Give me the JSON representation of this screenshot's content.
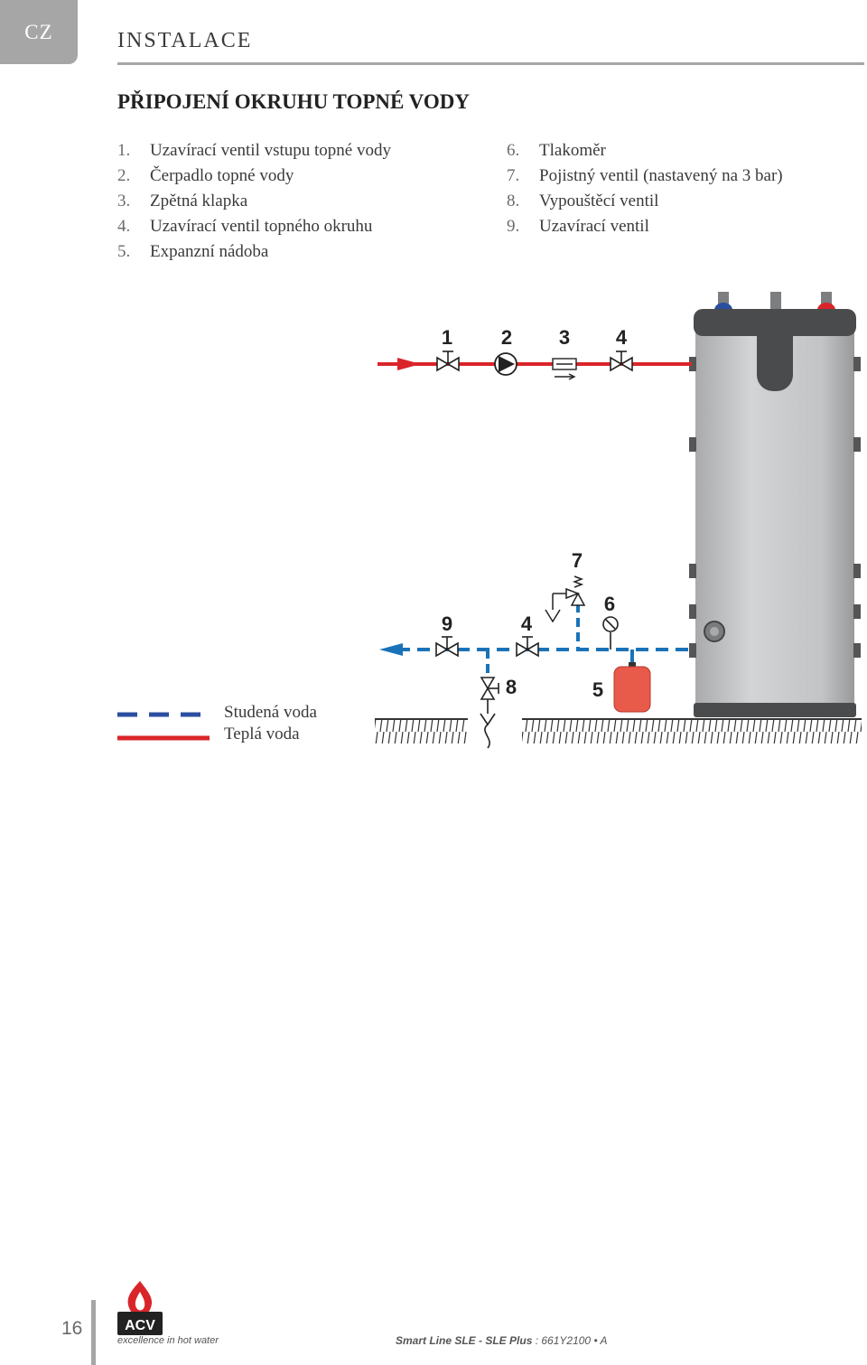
{
  "header": {
    "lang": "CZ",
    "section": "INSTALACE"
  },
  "page_heading": "PŘIPOJENÍ OKRUHU TOPNÉ VODY",
  "legend_left": [
    {
      "num": "1.",
      "text": "Uzavírací ventil vstupu topné vody"
    },
    {
      "num": "2.",
      "text": "Čerpadlo topné vody"
    },
    {
      "num": "3.",
      "text": "Zpětná klapka"
    },
    {
      "num": "4.",
      "text": "Uzavírací ventil topného okruhu"
    },
    {
      "num": "5.",
      "text": "Expanzní nádoba"
    }
  ],
  "legend_right": [
    {
      "num": "6.",
      "text": "Tlakoměr"
    },
    {
      "num": "7.",
      "text": "Pojistný ventil (nastavený na 3 bar)"
    },
    {
      "num": "8.",
      "text": "Vypouštěcí ventil"
    },
    {
      "num": "9.",
      "text": "Uzavírací ventil"
    }
  ],
  "diagram": {
    "labels": {
      "n1": "1",
      "n2": "2",
      "n3": "3",
      "n4_top": "4",
      "n7": "7",
      "n6": "6",
      "n9": "9",
      "n4_bottom": "4",
      "n8": "8",
      "n5": "5"
    },
    "colors": {
      "hot_pipe": "#d9252a",
      "cold_pipe": "#1a73b8",
      "tank_body": "#c8c9cb",
      "tank_dark": "#4a4b4d",
      "expansion_vessel": "#e85a4a"
    }
  },
  "water_key": {
    "cold": "Studená voda",
    "hot": "Teplá voda",
    "cold_color": "#2b4fa0",
    "hot_color": "#d9252a"
  },
  "footer": {
    "page_number": "16",
    "logo_text": "ACV",
    "tagline": "excellence in hot water",
    "product": "Smart Line SLE - SLE Plus",
    "product_code": ": 661Y2100 • A"
  }
}
